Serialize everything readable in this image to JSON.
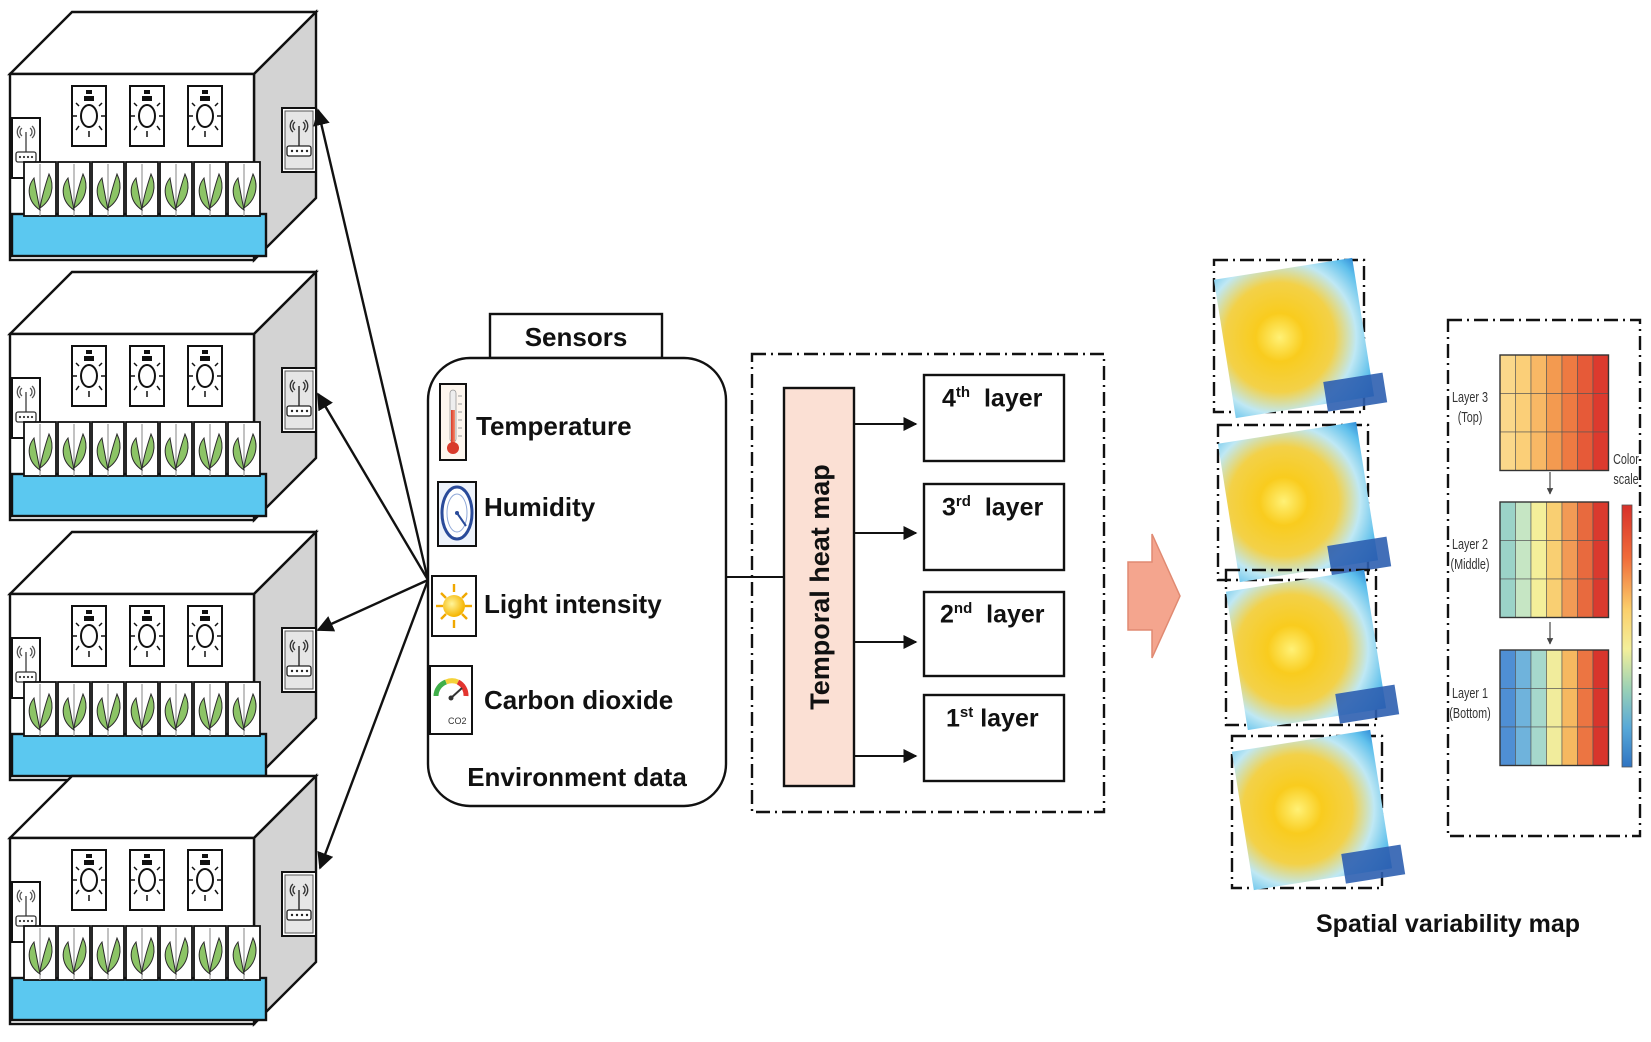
{
  "sensors": {
    "title": "Sensors",
    "items": [
      {
        "icon": "thermometer-icon",
        "label": "Temperature"
      },
      {
        "icon": "hygrometer-gauge-icon",
        "label": "Humidity"
      },
      {
        "icon": "sun-icon",
        "label": "Light intensity"
      },
      {
        "icon": "co2-gauge-icon",
        "label": "Carbon dioxide"
      }
    ],
    "co2_icon_text": "CO2",
    "footer": "Environment data"
  },
  "heatmap": {
    "temporal_label": "Temporal heat map",
    "layers": [
      {
        "num": "4",
        "sup": "th",
        "word": "layer"
      },
      {
        "num": "3",
        "sup": "rd",
        "word": "layer"
      },
      {
        "num": "2",
        "sup": "nd",
        "word": "layer"
      },
      {
        "num": "1",
        "sup": "st",
        "word": "layer"
      }
    ]
  },
  "spatial": {
    "caption": "Spatial variability map",
    "layer_labels": [
      {
        "line1": "Layer 3",
        "line2": "(Top)"
      },
      {
        "line1": "Layer 2",
        "line2": "(Middle)"
      },
      {
        "line1": "Layer 1",
        "line2": "(Bottom)"
      }
    ],
    "color_scale_label": [
      "Color",
      "scale"
    ]
  },
  "colors": {
    "tray": "#5bc8f0",
    "side_wall": "#d3d3d3",
    "leaf": "#8cc466",
    "temporal_box": "#fbe0d4",
    "arrow_fill": "#f4a58e",
    "heat_yellow": "#f7c21a",
    "heat_blue": "#2f8fd8"
  }
}
